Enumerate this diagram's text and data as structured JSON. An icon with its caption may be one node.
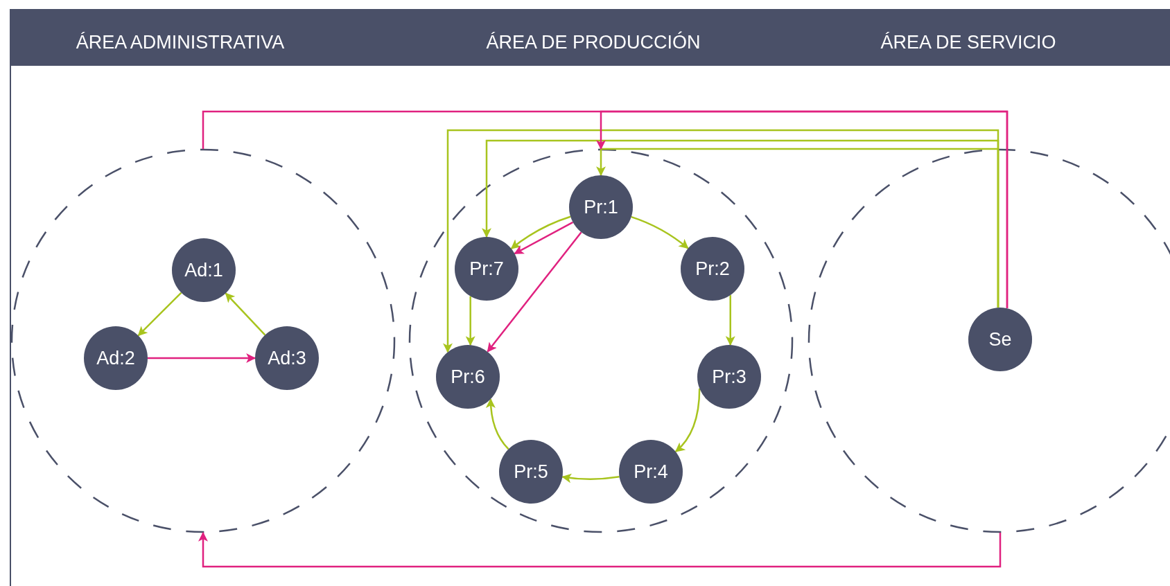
{
  "diagram": {
    "nodes": [
      {
        "text": [],
        "shape": "circle"
      },
      {
        "text": [
          "Ad:1"
        ],
        "in": 0
      },
      {
        "text": [
          "Ad:2"
        ],
        "in": 0
      },
      {
        "text": [
          "Ad:3"
        ],
        "in": 0
      },
      {
        "text": [],
        "shape": "circle"
      },
      {
        "text": [
          "Pr:1"
        ],
        "in": 4
      },
      {
        "text": [
          "Pr:7"
        ],
        "in": 4
      },
      {
        "text": [
          "Pr:2"
        ],
        "in": 4
      },
      {
        "text": [
          "Pr:6"
        ],
        "in": 4
      },
      {
        "text": [
          "Pr:3"
        ],
        "in": 4
      },
      {
        "text": [
          "Pr:5"
        ],
        "in": 4
      },
      {
        "text": [
          "Pr:4"
        ],
        "in": 4
      },
      {
        "text": [],
        "shape": "circle"
      },
      {
        "text": [
          "Se"
        ],
        "in": 12
      }
    ],
    "edges": [
      {
        "from": 1,
        "to": 2,
        "arrow": "to"
      },
      {
        "from": 2,
        "to": 3,
        "arrow": "to",
        "color": "#e0217f"
      },
      {
        "from": 3,
        "to": 1,
        "arrow": "to"
      },
      {
        "from": 5,
        "to": 7,
        "arrow": "to"
      },
      {
        "from": 7,
        "to": 9,
        "arrow": "to"
      },
      {
        "from": 9,
        "to": 11,
        "arrow": "to"
      },
      {
        "from": 11,
        "to": 10,
        "arrow": "to"
      },
      {
        "from": 10,
        "to": 8,
        "arrow": "to"
      },
      {
        "from": 6,
        "to": 8,
        "arrow": "to"
      },
      {
        "from": 5,
        "to": 6,
        "arrow": "to"
      },
      {
        "from": 5,
        "to": 6,
        "arrow": "to",
        "color": "#e0217f"
      },
      {
        "from": 5,
        "to": 8,
        "arrow": "to",
        "color": "#e0217f"
      },
      {
        "from": 13,
        "to": 5,
        "arrow": "to"
      },
      {
        "from": 13,
        "to": 6,
        "arrow": "to"
      },
      {
        "from": 13,
        "to": 8,
        "arrow": "to"
      },
      {
        "from": 13,
        "to": 4,
        "arrow": "to",
        "color": "#e0217f"
      },
      {
        "from": 13,
        "to": 0,
        "arrow": "none",
        "color": "#e0217f"
      },
      {
        "from": 12,
        "to": 0,
        "arrow": "to",
        "color": "#e0217f"
      }
    ],
    "labels": [
      "ÁREA ADMINISTRATIVA",
      "ÁREA DE PRODUCCIÓN",
      "ÁREA DE SERVICIO"
    ]
  }
}
